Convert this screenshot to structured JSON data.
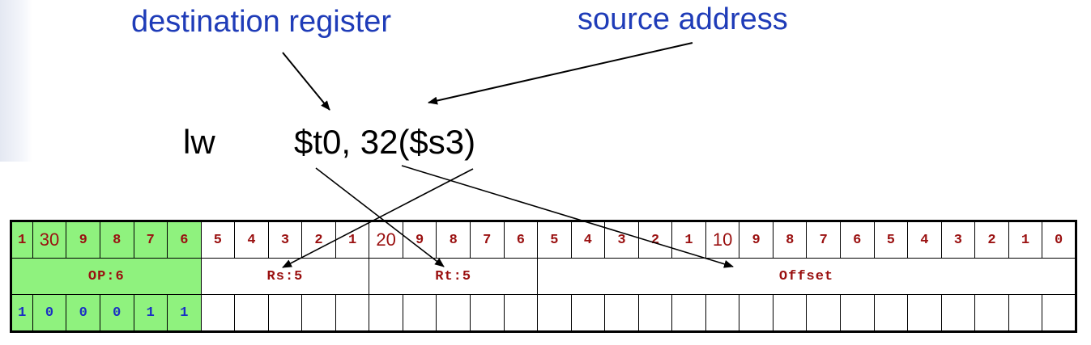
{
  "labels": {
    "destination": "destination register",
    "source": "source address"
  },
  "instruction": {
    "opcode": "lw",
    "operands": "$t0, 32($s3)"
  },
  "bit_row": [
    "1",
    "30",
    "9",
    "8",
    "7",
    "6",
    "5",
    "4",
    "3",
    "2",
    "1",
    "20",
    "9",
    "8",
    "7",
    "6",
    "5",
    "4",
    "3",
    "2",
    "1",
    "10",
    "9",
    "8",
    "7",
    "6",
    "5",
    "4",
    "3",
    "2",
    "1",
    "0"
  ],
  "fields": [
    {
      "label": "OP:6",
      "width": 6
    },
    {
      "label": "Rs:5",
      "width": 5
    },
    {
      "label": "Rt:5",
      "width": 5
    },
    {
      "label": "Offset",
      "width": 16
    }
  ],
  "op_value_bits": [
    "1",
    "0",
    "0",
    "0",
    "1",
    "1"
  ],
  "colors": {
    "label_blue": "#1f3cb8",
    "bit_red": "#9a1010",
    "value_blue": "#1a2fc4",
    "op_green": "#8ff27e"
  }
}
